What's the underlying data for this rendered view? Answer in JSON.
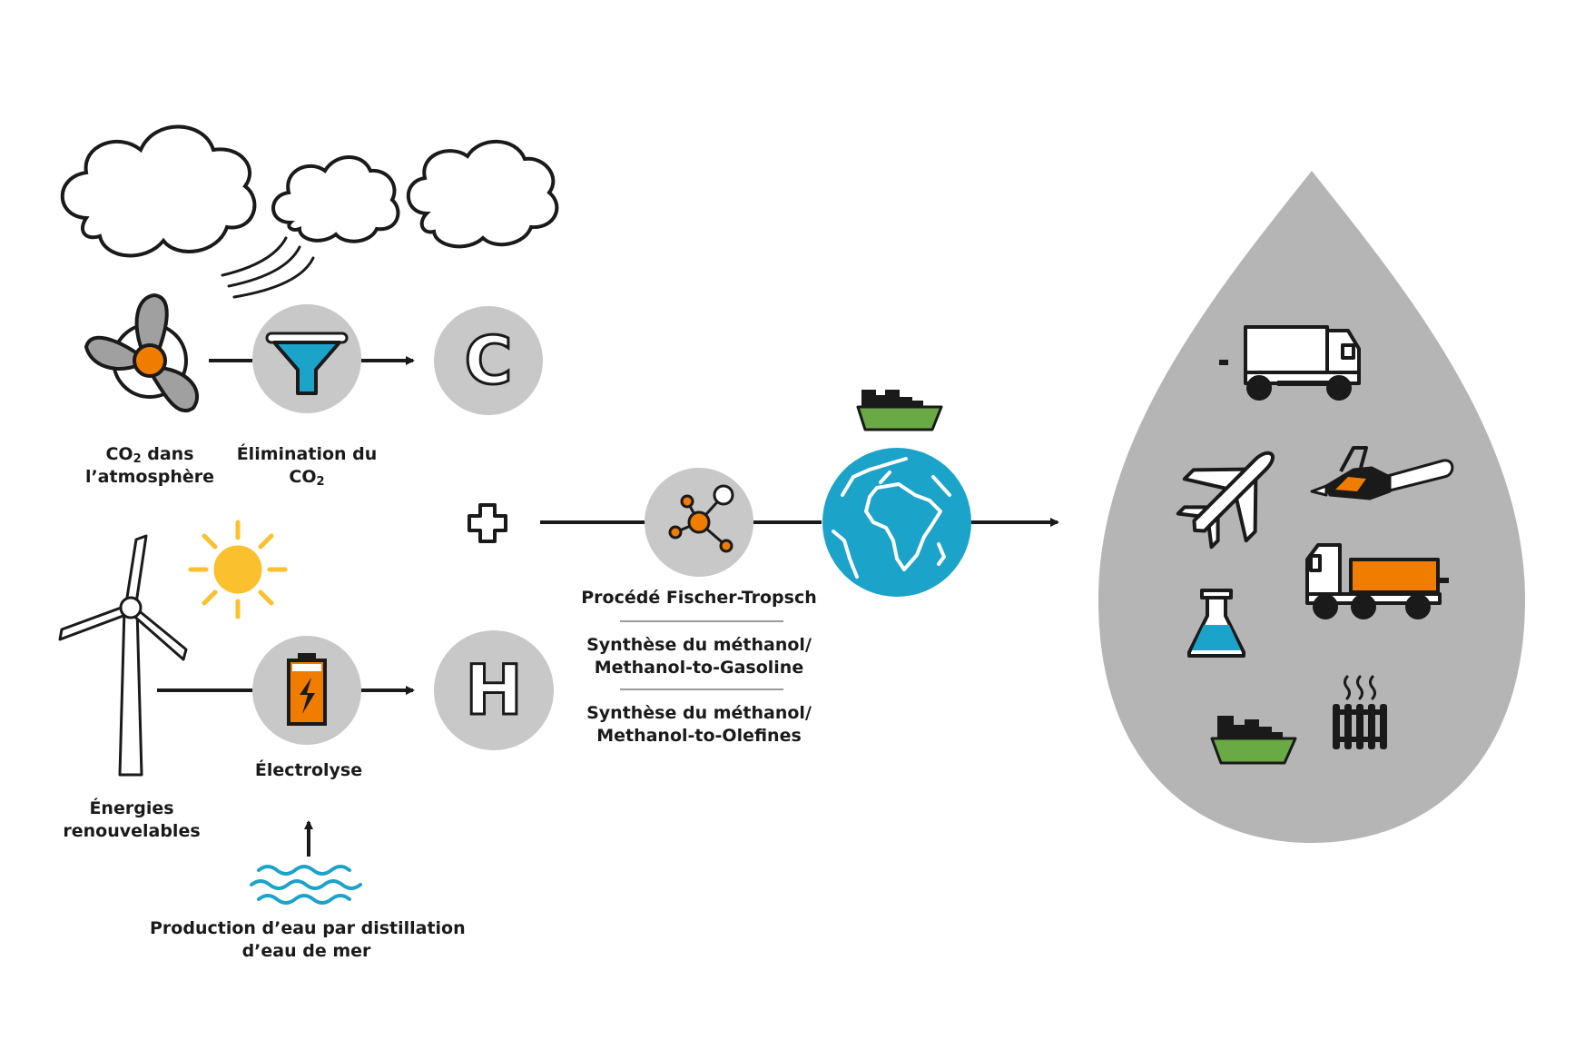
{
  "labels": {
    "co2_atmo_a": "CO",
    "co2_atmo_sub": "2",
    "co2_atmo_b": " dans",
    "co2_atmo_c": "l’atmosphère",
    "elim_a": "Élimination du",
    "elim_b": "CO",
    "elim_sub": "2",
    "energies_a": "Énergies",
    "energies_b": "renouvelables",
    "electrolyse": "Électrolyse",
    "water_a": "Production d’eau par distillation",
    "water_b": "d’eau de mer",
    "fischer": "Procédé Fischer-Tropsch",
    "mtg_a": "Synthèse du méthanol/",
    "mtg_b": "Methanol-to-Gasoline",
    "mto_a": "Synthèse du méthanol/",
    "mto_b": "Methanol-to-Olefines"
  },
  "symbols": {
    "carbon": "C",
    "hydrogen": "H"
  },
  "colors": {
    "orange": "#f07c00",
    "blue": "#1ba3c9",
    "grey_circle": "#c8c8c8",
    "drop": "#b5b5b5",
    "sun": "#fbc02d",
    "ship_hull": "#6aaa45",
    "ink": "#1a1a1a"
  },
  "icons": {
    "fan": "fan-icon",
    "filter": "funnel-filter-icon",
    "wind": "wind-turbine-icon",
    "sun": "sun-icon",
    "battery": "battery-icon",
    "water": "water-waves-icon",
    "molecule": "molecule-icon",
    "globe": "globe-icon",
    "ship": "cargo-ship-icon",
    "truck": "truck-icon",
    "plane": "airplane-icon",
    "chainsaw": "chainsaw-icon",
    "tanker": "tanker-truck-icon",
    "flask": "flask-icon",
    "radiator": "radiator-icon"
  }
}
